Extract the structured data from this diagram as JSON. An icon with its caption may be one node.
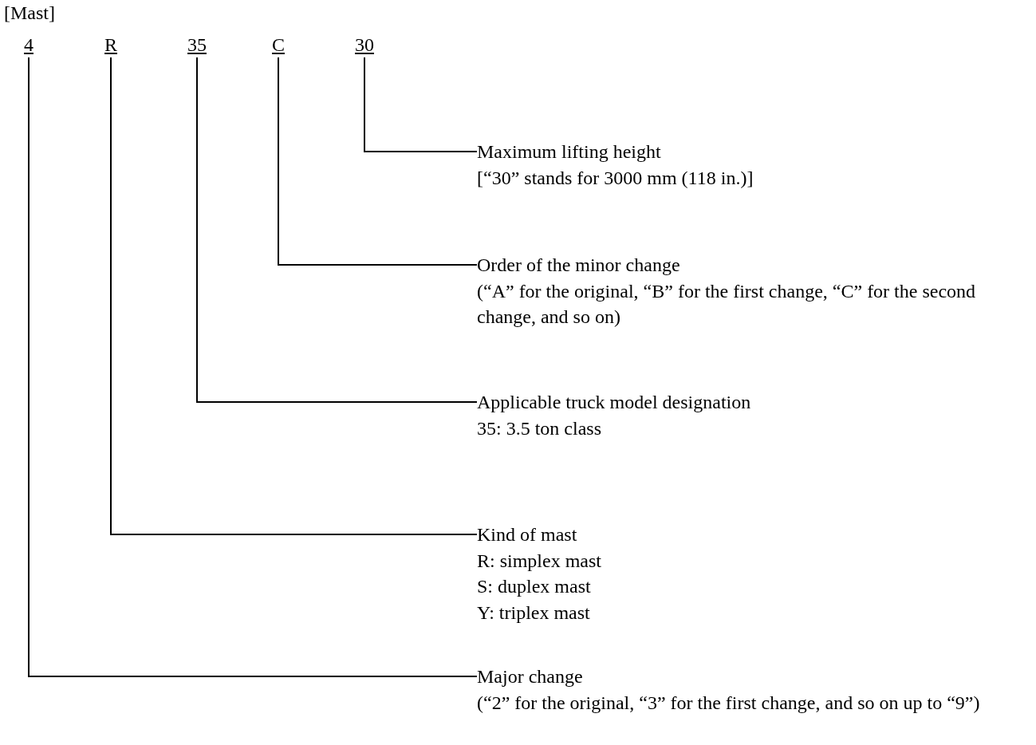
{
  "diagram": {
    "title": "[Mast]",
    "nodes": [
      {
        "text": [
          "4"
        ]
      },
      {
        "text": [
          "R"
        ]
      },
      {
        "text": [
          "35"
        ]
      },
      {
        "text": [
          "C"
        ]
      },
      {
        "text": [
          "30"
        ]
      },
      {
        "text": [
          "Maximum lifting height",
          "[“30” stands for 3000 mm (118 in.)]"
        ]
      },
      {
        "text": [
          "Order of the minor change",
          "(“A” for the original, “B” for the first change, “C” for the second change, and so on)"
        ]
      },
      {
        "text": [
          "Applicable truck model designation",
          "35: 3.5 ton class"
        ]
      },
      {
        "text": [
          "Kind of mast",
          "R: simplex mast",
          "S: duplex mast",
          "Y: triplex mast"
        ]
      },
      {
        "text": [
          "Major change",
          "(“2” for the original, “3” for the first change, and so on up to “9”)"
        ]
      }
    ],
    "edges": [
      {
        "from": 4,
        "to": 5,
        "arrow": "none"
      },
      {
        "from": 3,
        "to": 6,
        "arrow": "none"
      },
      {
        "from": 2,
        "to": 7,
        "arrow": "none"
      },
      {
        "from": 1,
        "to": 8,
        "arrow": "none"
      },
      {
        "from": 0,
        "to": 9,
        "arrow": "none"
      }
    ]
  }
}
